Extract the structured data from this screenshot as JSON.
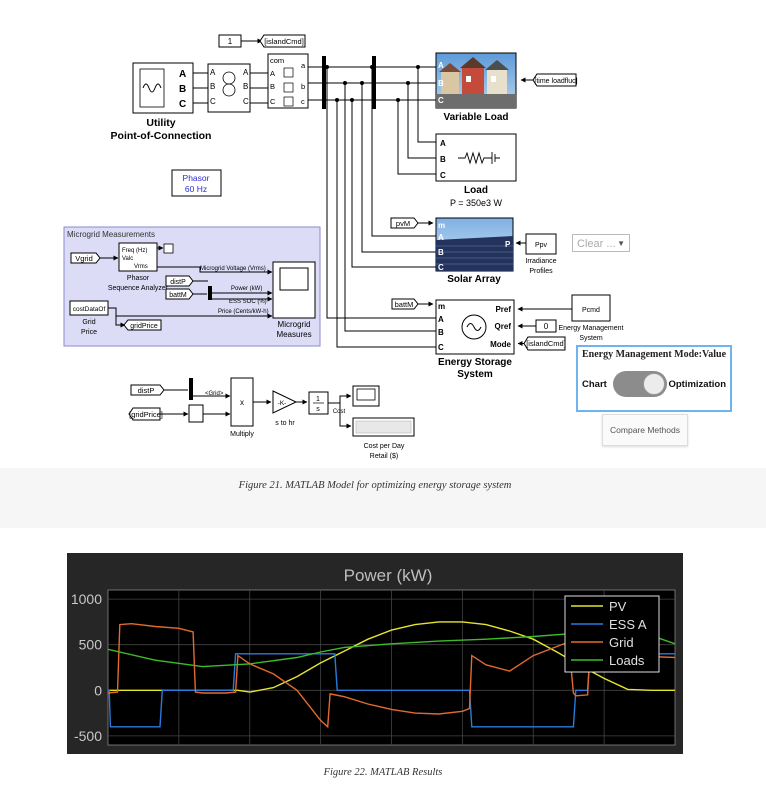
{
  "diagram": {
    "utility": {
      "line1": "Utility",
      "line2": "Point-of-Connection"
    },
    "abc": [
      "A",
      "B",
      "C"
    ],
    "island_const": "1",
    "island_cmd_tag": "[islandCmd]",
    "island_cmd_tag2": "[islandCmd]",
    "breaker": {
      "com": "com",
      "a": "a",
      "b": "b",
      "c": "c"
    },
    "variable_load": {
      "label": "Variable Load",
      "tag": "[time loadfluc]"
    },
    "load": {
      "label": "Load",
      "power": "P = 350e3 W"
    },
    "phasor": {
      "line1": "Phasor",
      "line2": "60 Hz"
    },
    "solar": {
      "label": "Solar Array",
      "m": "m",
      "p": "P",
      "tag": "pvM",
      "ppv": "Ppv",
      "irr1": "Irradiance",
      "irr2": "Profiles"
    },
    "ess": {
      "label1": "Energy Storage",
      "label2": "System",
      "m": "m",
      "pref": "Pref",
      "qref": "Qref",
      "mode": "Mode",
      "tag": "battM",
      "pcmd": "Pcmd",
      "zero": "0",
      "mgmt1": "Energy Management",
      "mgmt2": "System"
    },
    "measurements": {
      "title": "Microgrid Measurements",
      "vgrid": "Vgrid",
      "analyzer_freq": "Freq (Hz)",
      "analyzer_valc": "Valc",
      "analyzer_vrms": "Vrms",
      "analyzer1": "Phasor",
      "analyzer2": "Sequence Analyzer",
      "distP": "distP",
      "battM": "battM",
      "sig_voltage": "Microgrid Voltage (Vrms)",
      "sig_power": "Power  (kW)",
      "sig_soc": "ESS SOC (%)",
      "sig_price": "Price (Cents/kW-h)",
      "cost_data": "costDataOf",
      "grid1": "Grid",
      "grid2": "Price",
      "grid_price_tag": "gridPrice",
      "measures1": "Microgrid",
      "measures2": "Measures"
    },
    "cost": {
      "distP": "distP",
      "gridPrice": "[gridPrice]",
      "grid_label": "<Grid>",
      "mult": "x",
      "multiply": "Multiply",
      "gain": "-K-",
      "s_to_hr": "s to hr",
      "integ_num": "1",
      "integ_den": "s",
      "cost": "Cost",
      "cost_day1": "Cost per Day",
      "cost_day2": "Retail ($)"
    },
    "clear_dropdown": "Clear ...",
    "ems_panel": {
      "title": "Energy Management Mode:Value",
      "left": "Chart",
      "right": "Optimization"
    },
    "compare_button": "Compare Methods",
    "caption": "Figure 21. MATLAB Model for optimizing energy storage system"
  },
  "chart_data": {
    "type": "line",
    "title": "Power  (kW)",
    "ylim": [
      -600,
      1100
    ],
    "yticks": [
      1000,
      500,
      0,
      -500
    ],
    "xlim": [
      0,
      24
    ],
    "grid": true,
    "legend_position": "top-right",
    "series": [
      {
        "name": "PV",
        "color": "#e5e52e",
        "x": [
          0,
          1,
          2,
          3,
          4,
          5,
          5.5,
          6,
          7,
          8,
          9,
          10,
          11,
          12,
          13,
          14,
          15,
          16,
          17,
          18,
          19,
          20,
          21,
          22,
          23,
          24
        ],
        "values": [
          0,
          0,
          0,
          0,
          0,
          0,
          0,
          -20,
          30,
          150,
          300,
          430,
          560,
          660,
          720,
          750,
          750,
          720,
          650,
          560,
          420,
          270,
          130,
          10,
          0,
          0
        ]
      },
      {
        "name": "ESS A",
        "color": "#2a7bd9",
        "x": [
          0,
          0.05,
          0.1,
          2.2,
          2.3,
          5.3,
          5.4,
          9.6,
          9.7,
          15.3,
          15.4,
          19.7,
          19.8,
          20.3,
          20.4,
          24
        ],
        "values": [
          0,
          0,
          -400,
          -400,
          0,
          0,
          400,
          400,
          0,
          0,
          -400,
          -400,
          0,
          0,
          400,
          400
        ]
      },
      {
        "name": "Grid",
        "color": "#e26a2c",
        "x": [
          0,
          0.4,
          0.5,
          1,
          2,
          3,
          3.6,
          3.7,
          4,
          5,
          5.4,
          5.5,
          6,
          7,
          8,
          9,
          9.3,
          9.4,
          10,
          11,
          12,
          13,
          14,
          15,
          15.3,
          15.4,
          16,
          17,
          18,
          19,
          19.5,
          19.7,
          19.8,
          20.3,
          20.4,
          21,
          22,
          23,
          24
        ],
        "values": [
          -30,
          -20,
          720,
          730,
          700,
          680,
          640,
          -20,
          -30,
          -30,
          -20,
          380,
          290,
          180,
          0,
          -330,
          -400,
          -40,
          -70,
          -150,
          -210,
          -250,
          -260,
          -230,
          -200,
          380,
          280,
          210,
          380,
          480,
          530,
          -30,
          -60,
          -50,
          450,
          420,
          390,
          370,
          360
        ]
      },
      {
        "name": "Loads",
        "color": "#3fba2a",
        "x": [
          0,
          2,
          4,
          6,
          8,
          9,
          10,
          12,
          14,
          16,
          18,
          20,
          22,
          23,
          24
        ],
        "values": [
          450,
          330,
          260,
          290,
          360,
          420,
          470,
          510,
          540,
          560,
          590,
          630,
          640,
          600,
          510
        ]
      }
    ],
    "caption": "Figure 22. MATLAB Results"
  }
}
